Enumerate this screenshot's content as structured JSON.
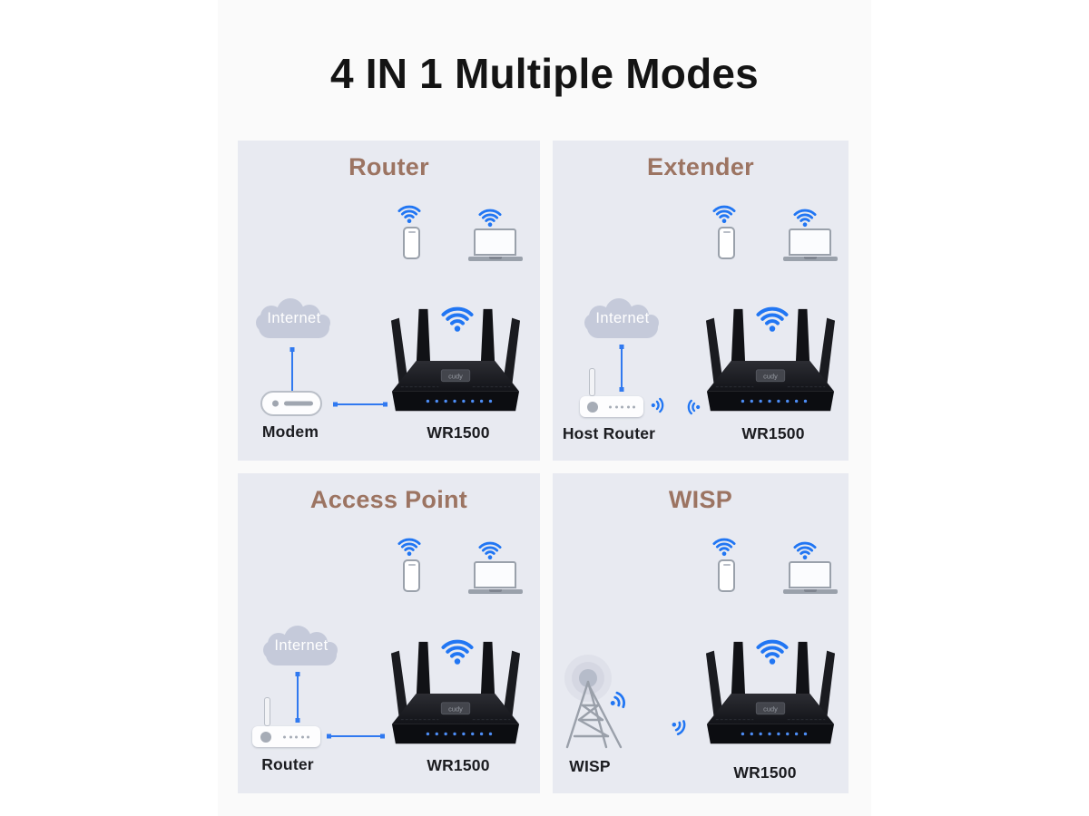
{
  "title": "4 IN 1 Multiple Modes",
  "router_logo": "cudy",
  "colors": {
    "accent_blue": "#2176f3",
    "heading_brown": "#9c7462",
    "panel_bg": "#e8eaf1",
    "page_band": "#fafafa",
    "cloud_gray": "#c5cada"
  },
  "panels": [
    {
      "heading": "Router",
      "cloud": "Internet",
      "device": "Modem",
      "product": "WR1500"
    },
    {
      "heading": "Extender",
      "cloud": "Internet",
      "device": "Host Router",
      "product": "WR1500"
    },
    {
      "heading": "Access Point",
      "cloud": "Internet",
      "device": "Router",
      "product": "WR1500"
    },
    {
      "heading": "WISP",
      "device": "WISP",
      "product": "WR1500"
    }
  ]
}
